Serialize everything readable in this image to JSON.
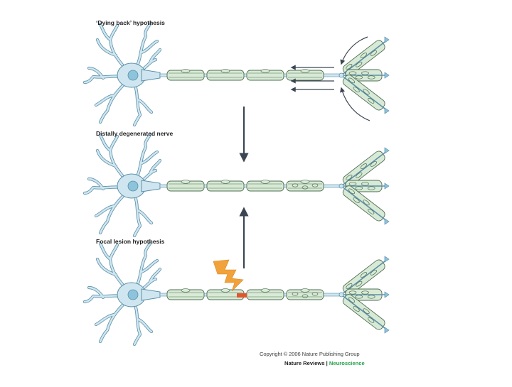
{
  "panels": [
    {
      "title": "‘Dying back’ hypothesis",
      "state": "retrograde degeneration"
    },
    {
      "title": "Distally degenerated nerve",
      "state": "end state"
    },
    {
      "title": "Focal lesion hypothesis",
      "state": "focal injury"
    }
  ],
  "credit": {
    "copyright": "Copyright © 2006 Nature Publishing Group",
    "journal": "Nature Reviews",
    "separator": " | ",
    "section": "Neuroscience"
  },
  "colors": {
    "neuron_fill": "#cfe6f0",
    "neuron_stroke": "#5b8fa8",
    "nucleus": "#8ec3dc",
    "myelin_fill": "#d8ead5",
    "myelin_stroke": "#4f6f55",
    "arrow": "#3b4652",
    "lesion_bolt": "#f2a23a",
    "lesion_mark": "#e0572b",
    "section_green": "#25a04a"
  },
  "icons": [
    "lightning-bolt-icon",
    "down-arrow-icon",
    "up-arrow-icon",
    "retrograde-arrow-icon"
  ]
}
